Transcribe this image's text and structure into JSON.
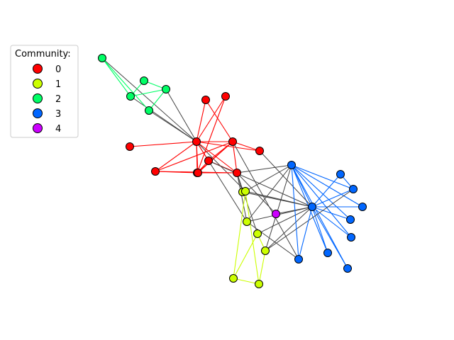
{
  "legend": {
    "title": "Community:",
    "entries": [
      {
        "label": "0",
        "color": "#ff0000"
      },
      {
        "label": "1",
        "color": "#ccff00"
      },
      {
        "label": "2",
        "color": "#00ff66"
      },
      {
        "label": "3",
        "color": "#0066ff"
      },
      {
        "label": "4",
        "color": "#cc00ff"
      }
    ]
  },
  "edge_colors": {
    "inter": "#444444"
  },
  "nodes": [
    {
      "id": 1,
      "community": 0
    },
    {
      "id": 2,
      "community": 0
    },
    {
      "id": 3,
      "community": 0
    },
    {
      "id": 4,
      "community": 0
    },
    {
      "id": 5,
      "community": 2
    },
    {
      "id": 6,
      "community": 2
    },
    {
      "id": 7,
      "community": 2
    },
    {
      "id": 8,
      "community": 0
    },
    {
      "id": 9,
      "community": 1
    },
    {
      "id": 10,
      "community": 4
    },
    {
      "id": 11,
      "community": 2
    },
    {
      "id": 12,
      "community": 0
    },
    {
      "id": 13,
      "community": 0
    },
    {
      "id": 14,
      "community": 0
    },
    {
      "id": 15,
      "community": 3
    },
    {
      "id": 16,
      "community": 3
    },
    {
      "id": 17,
      "community": 2
    },
    {
      "id": 18,
      "community": 0
    },
    {
      "id": 19,
      "community": 3
    },
    {
      "id": 20,
      "community": 0
    },
    {
      "id": 21,
      "community": 3
    },
    {
      "id": 22,
      "community": 0
    },
    {
      "id": 23,
      "community": 3
    },
    {
      "id": 24,
      "community": 1
    },
    {
      "id": 25,
      "community": 1
    },
    {
      "id": 26,
      "community": 1
    },
    {
      "id": 27,
      "community": 3
    },
    {
      "id": 28,
      "community": 1
    },
    {
      "id": 29,
      "community": 1
    },
    {
      "id": 30,
      "community": 3
    },
    {
      "id": 31,
      "community": 3
    },
    {
      "id": 32,
      "community": 1
    },
    {
      "id": 33,
      "community": 3
    },
    {
      "id": 34,
      "community": 3
    }
  ],
  "edges": [
    [
      1,
      2
    ],
    [
      1,
      3
    ],
    [
      1,
      4
    ],
    [
      1,
      5
    ],
    [
      1,
      6
    ],
    [
      1,
      7
    ],
    [
      1,
      8
    ],
    [
      1,
      9
    ],
    [
      1,
      11
    ],
    [
      1,
      12
    ],
    [
      1,
      13
    ],
    [
      1,
      14
    ],
    [
      1,
      18
    ],
    [
      1,
      20
    ],
    [
      1,
      22
    ],
    [
      1,
      32
    ],
    [
      2,
      3
    ],
    [
      2,
      4
    ],
    [
      2,
      8
    ],
    [
      2,
      14
    ],
    [
      2,
      18
    ],
    [
      2,
      20
    ],
    [
      2,
      22
    ],
    [
      2,
      31
    ],
    [
      3,
      4
    ],
    [
      3,
      8
    ],
    [
      3,
      9
    ],
    [
      3,
      10
    ],
    [
      3,
      14
    ],
    [
      3,
      28
    ],
    [
      3,
      29
    ],
    [
      3,
      33
    ],
    [
      4,
      8
    ],
    [
      4,
      13
    ],
    [
      4,
      14
    ],
    [
      5,
      7
    ],
    [
      5,
      11
    ],
    [
      6,
      7
    ],
    [
      6,
      11
    ],
    [
      6,
      17
    ],
    [
      7,
      17
    ],
    [
      9,
      31
    ],
    [
      9,
      33
    ],
    [
      9,
      34
    ],
    [
      10,
      34
    ],
    [
      14,
      34
    ],
    [
      15,
      33
    ],
    [
      15,
      34
    ],
    [
      16,
      33
    ],
    [
      16,
      34
    ],
    [
      19,
      33
    ],
    [
      19,
      34
    ],
    [
      20,
      34
    ],
    [
      21,
      33
    ],
    [
      21,
      34
    ],
    [
      23,
      33
    ],
    [
      23,
      34
    ],
    [
      24,
      26
    ],
    [
      24,
      28
    ],
    [
      24,
      30
    ],
    [
      24,
      33
    ],
    [
      24,
      34
    ],
    [
      25,
      26
    ],
    [
      25,
      28
    ],
    [
      25,
      32
    ],
    [
      26,
      32
    ],
    [
      27,
      30
    ],
    [
      27,
      34
    ],
    [
      28,
      34
    ],
    [
      29,
      32
    ],
    [
      29,
      34
    ],
    [
      30,
      33
    ],
    [
      30,
      34
    ],
    [
      31,
      33
    ],
    [
      31,
      34
    ],
    [
      32,
      33
    ],
    [
      32,
      34
    ],
    [
      33,
      34
    ]
  ]
}
